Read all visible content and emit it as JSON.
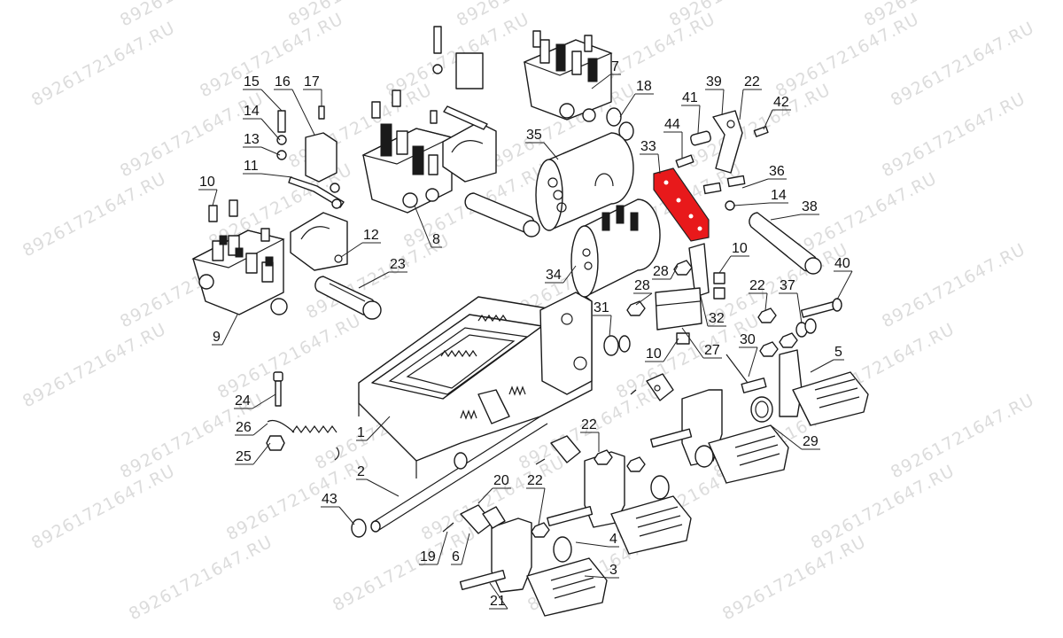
{
  "watermark": {
    "text": "89261721647.RU"
  },
  "highlight_color": "#e8191b",
  "diagram": {
    "part_labels": [
      {
        "id": "l15",
        "text": "15"
      },
      {
        "id": "l16",
        "text": "16"
      },
      {
        "id": "l17",
        "text": "17"
      },
      {
        "id": "l14a",
        "text": "14"
      },
      {
        "id": "l13",
        "text": "13"
      },
      {
        "id": "l11",
        "text": "11"
      },
      {
        "id": "l10a",
        "text": "10"
      },
      {
        "id": "l12",
        "text": "12"
      },
      {
        "id": "l9",
        "text": "9"
      },
      {
        "id": "l8",
        "text": "8"
      },
      {
        "id": "l7",
        "text": "7"
      },
      {
        "id": "l18",
        "text": "18"
      },
      {
        "id": "l35",
        "text": "35"
      },
      {
        "id": "l33",
        "text": "33"
      },
      {
        "id": "l44",
        "text": "44"
      },
      {
        "id": "l41",
        "text": "41"
      },
      {
        "id": "l39",
        "text": "39"
      },
      {
        "id": "l22a",
        "text": "22"
      },
      {
        "id": "l42",
        "text": "42"
      },
      {
        "id": "l36",
        "text": "36"
      },
      {
        "id": "l14b",
        "text": "14"
      },
      {
        "id": "l38",
        "text": "38"
      },
      {
        "id": "l34",
        "text": "34"
      },
      {
        "id": "l23",
        "text": "23"
      },
      {
        "id": "l28a",
        "text": "28"
      },
      {
        "id": "l28b",
        "text": "28"
      },
      {
        "id": "l10b",
        "text": "10"
      },
      {
        "id": "l22b",
        "text": "22"
      },
      {
        "id": "l37",
        "text": "37"
      },
      {
        "id": "l40",
        "text": "40"
      },
      {
        "id": "l31",
        "text": "31"
      },
      {
        "id": "l32",
        "text": "32"
      },
      {
        "id": "l30",
        "text": "30"
      },
      {
        "id": "l10c",
        "text": "10"
      },
      {
        "id": "l27",
        "text": "27"
      },
      {
        "id": "l5",
        "text": "5"
      },
      {
        "id": "l24",
        "text": "24"
      },
      {
        "id": "l1",
        "text": "1"
      },
      {
        "id": "l26",
        "text": "26"
      },
      {
        "id": "l25",
        "text": "25"
      },
      {
        "id": "l22c",
        "text": "22"
      },
      {
        "id": "l29",
        "text": "29"
      },
      {
        "id": "l2",
        "text": "2"
      },
      {
        "id": "l20",
        "text": "20"
      },
      {
        "id": "l22d",
        "text": "22"
      },
      {
        "id": "l43",
        "text": "43"
      },
      {
        "id": "l19",
        "text": "19"
      },
      {
        "id": "l6",
        "text": "6"
      },
      {
        "id": "l4",
        "text": "4"
      },
      {
        "id": "l3",
        "text": "3"
      },
      {
        "id": "l21",
        "text": "21"
      }
    ]
  }
}
